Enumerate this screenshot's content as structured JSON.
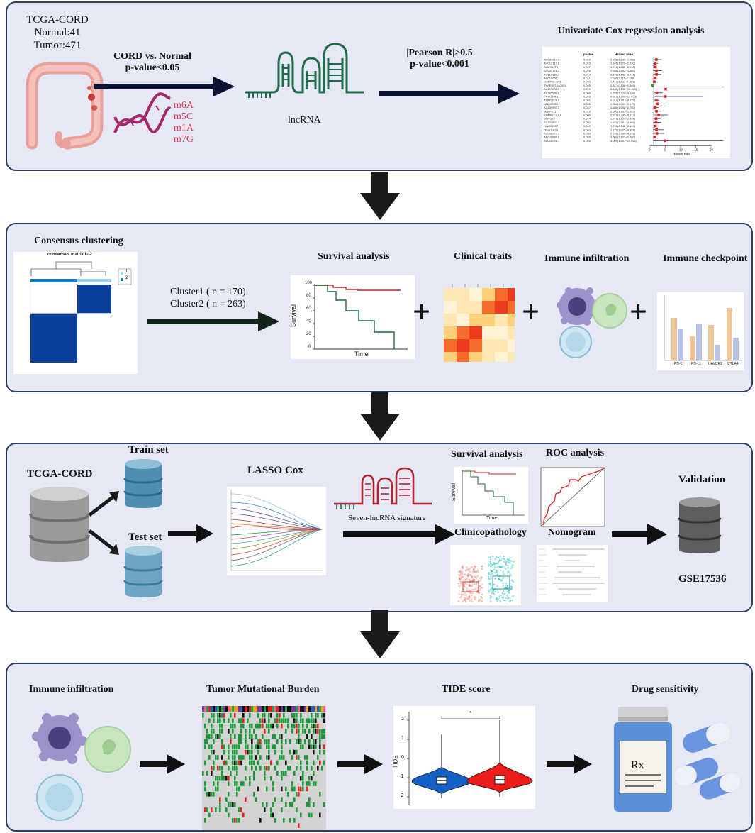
{
  "panel1": {
    "dataset": {
      "name": "TCGA-CORD",
      "normal": "Normal:41",
      "tumor": "Tumor:471"
    },
    "comparison": {
      "line1": "CORD vs. Normal",
      "line2": "p-value<0.05"
    },
    "modifications": [
      "m6A",
      "m5C",
      "m1A",
      "m7G"
    ],
    "lncrna_label": "lncRNA",
    "correlation": {
      "line1": "|Pearson R|>0.5",
      "line2": "p-value<0.001"
    },
    "cox_title": "Univariate Cox regression analysis",
    "forest": {
      "col_pvalue": "pvalue",
      "col_hr": "Hazard ratio",
      "x_label": "Hazard ratio",
      "x_ticks": [
        "0",
        "5",
        "10",
        "15",
        "20"
      ],
      "rows": [
        {
          "gene": "AC092912.3",
          "p": "0.019",
          "hr": "2.068(1.130~3.788)"
        },
        {
          "gene": "AC012117.1",
          "p": "0.023",
          "hr": "1.645(1.070~2.530)"
        },
        {
          "gene": "ALMS1-IT1",
          "p": "0.027",
          "hr": "1.760(1.065~2.910)"
        },
        {
          "gene": "AC025171.4",
          "p": "0.026",
          "hr": "2.058(1.092~3.880)"
        },
        {
          "gene": "AC012360.3",
          "p": "0.013",
          "hr": "2.109(1.151~3.731)"
        },
        {
          "gene": "AC016656.1",
          "p": "0.011",
          "hr": "1.587(1.111~2.268)"
        },
        {
          "gene": "GABPB1-AS1",
          "p": "0.043",
          "hr": "1.419(1.011~1.991)"
        },
        {
          "gene": "TNFRSF10A-AS1",
          "p": "0.025",
          "hr": "0.817(0.536~0.969)"
        },
        {
          "gene": "AL359878.1",
          "p": "0.000",
          "hr": "5.136(1.135~23.469)"
        },
        {
          "gene": "AL136086.1",
          "p": "0.009",
          "hr": "2.258(1.226~4.148)"
        },
        {
          "gene": "PRKD3-AS1",
          "p": "0.026",
          "hr": "4.976(1.200~17.455)"
        },
        {
          "gene": "AL683813.1",
          "p": "0.001",
          "hr": "2.014(1.357~3.037)"
        },
        {
          "gene": "LINC02352",
          "p": "0.026",
          "hr": "2.363(1.095~5.075)"
        },
        {
          "gene": "AC139887.2",
          "p": "0.037",
          "hr": "1.686(1.048~2.750)"
        },
        {
          "gene": "MALINC1",
          "p": "0.016",
          "hr": "2.105(1.265~3.663)"
        },
        {
          "gene": "STARD7-AS1",
          "p": "0.000",
          "hr": "2.810(1.309~5.813)"
        },
        {
          "gene": "SNHG26",
          "p": "0.014",
          "hr": "1.976(1.150~3.398)"
        },
        {
          "gene": "AC104823.3",
          "p": "0.032",
          "hr": "1.972(1.061~3.665)"
        },
        {
          "gene": "LINC02257",
          "p": "0.012",
          "hr": "1.748(1.142~2.667)"
        },
        {
          "gene": "ITFG1-AS1",
          "p": "0.043",
          "hr": "2.122(1.025~4.397)"
        },
        {
          "gene": "AC008973.2",
          "p": "0.030",
          "hr": "2.256(1.080~4.693)"
        },
        {
          "gene": "AP001036.1",
          "p": "0.050",
          "hr": "1.501(1.122~2.003)"
        },
        {
          "gene": "AC016026.1",
          "p": "0.050",
          "hr": "4.960(1.001~24.041)"
        }
      ]
    }
  },
  "panel2": {
    "consensus_title": "Consensus clustering",
    "consensus_matrix_label": "consensus matrix k=2",
    "legend": [
      "1",
      "2"
    ],
    "cluster1": "Cluster1 ( n = 170)",
    "cluster2": "Cluster2 ( n = 263)",
    "survival_title": "Survival analysis",
    "survival_ylabel": "Survival",
    "survival_xlabel": "Time",
    "survival_yticks": [
      "0",
      "20",
      "40",
      "60",
      "80",
      "100"
    ],
    "clinical_title": "Clinical traits",
    "immune_title": "Immune infiltration",
    "checkpoint_title": "Immune checkpoint",
    "checkpoint_genes": [
      "PD-1",
      "PD-L1",
      "HAVCR2",
      "CTLA4"
    ],
    "plus": "+"
  },
  "panel3": {
    "dataset": "TCGA-CORD",
    "train": "Train set",
    "test": "Test set",
    "lasso_title": "LASSO Cox",
    "signature": "Seven-lncRNA signature",
    "survival_title": "Survival analysis",
    "survival_ylabel": "Survival",
    "survival_xlabel": "Time",
    "roc_title": "ROC analysis",
    "clinico_title": "Clinicopathology",
    "nomogram_title": "Nomogram",
    "validation_title": "Validation",
    "validation_set": "GSE17536"
  },
  "panel4": {
    "immune_title": "Immune infiltration",
    "tmb_title": "Tumor Mutational Burden",
    "tide_title": "TIDE score",
    "tide_ylabel": "TIDE",
    "tide_yticks": [
      "2",
      "1",
      "0",
      "-1",
      "-2"
    ],
    "tide_sig": "*",
    "drug_title": "Drug sensitivity",
    "rx": "Rx"
  },
  "colors": {
    "panel_fill": "#e6e9f5",
    "panel_border": "#2e3e66",
    "arrow": "#1b2340",
    "rna_green": "#1f6b4a",
    "rna_red": "#b3242e",
    "mod_text": "#e03b4f",
    "dna": "#a6286a",
    "cluster_blue": "#0d3f9e",
    "survival_red": "#c0262c",
    "survival_green": "#1e6b36",
    "bar_orange": "#f2c69b",
    "bar_blue": "#b7c3e4",
    "tide_blue": "#1661c7",
    "tide_red": "#ee1b1b",
    "db_gray": "#9a9a9a",
    "db_blue": "#4e8fb0"
  }
}
